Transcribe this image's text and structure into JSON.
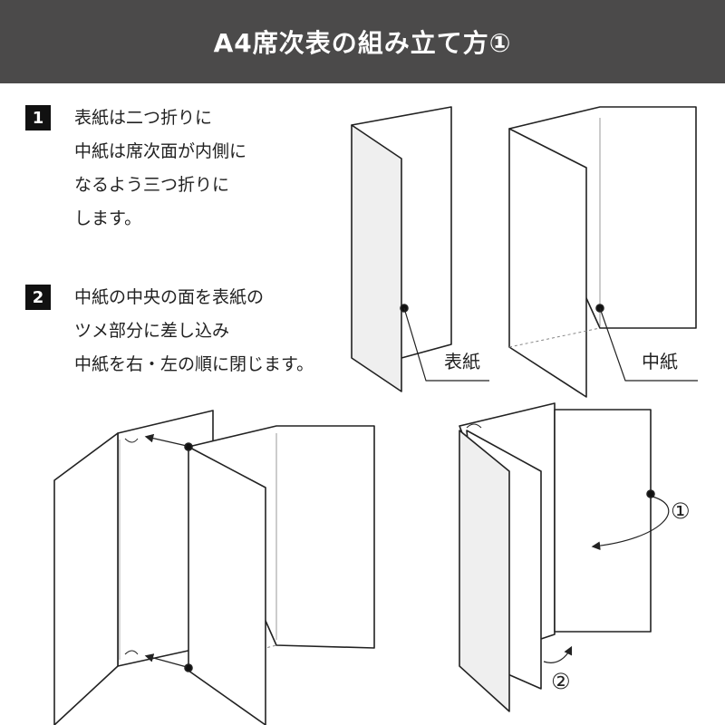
{
  "header": {
    "title": "A4席次表の組み立て方①"
  },
  "steps": [
    {
      "number": "1",
      "lines": [
        "表紙は二つ折りに",
        "中紙は席次面が内側に",
        "なるよう三つ折りに",
        "します。"
      ]
    },
    {
      "number": "2",
      "lines": [
        "中紙の中央の面を表紙の",
        "ツメ部分に差し込み",
        "中紙を右・左の順に閉じます。"
      ]
    }
  ],
  "labels": {
    "cover": "表紙",
    "inner": "中紙",
    "first": "①",
    "second": "②"
  },
  "colors": {
    "header_bg": "#4b4a4a",
    "panel_shade": "#efefef"
  }
}
